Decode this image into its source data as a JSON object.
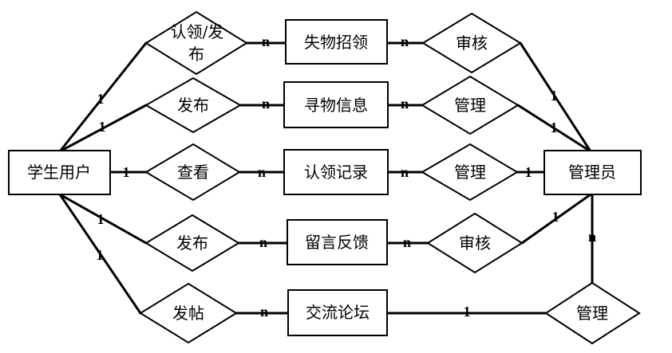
{
  "entities": {
    "student": "学生用户",
    "admin": "管理员",
    "lost_found_claim": "失物招领",
    "seek_item_info": "寻物信息",
    "claim_record": "认领记录",
    "feedback": "留言反馈",
    "forum": "交流论坛"
  },
  "relationships": {
    "claim_publish": {
      "line1": "认领/发",
      "line2": "布"
    },
    "publish_1": "发布",
    "view": "查看",
    "publish_2": "发布",
    "post": "发帖",
    "review_1": "审核",
    "manage_1": "管理",
    "manage_2": "管理",
    "review_2": "审核",
    "manage_forum": "管理"
  },
  "cardinality": {
    "one": "1",
    "many": "n"
  }
}
